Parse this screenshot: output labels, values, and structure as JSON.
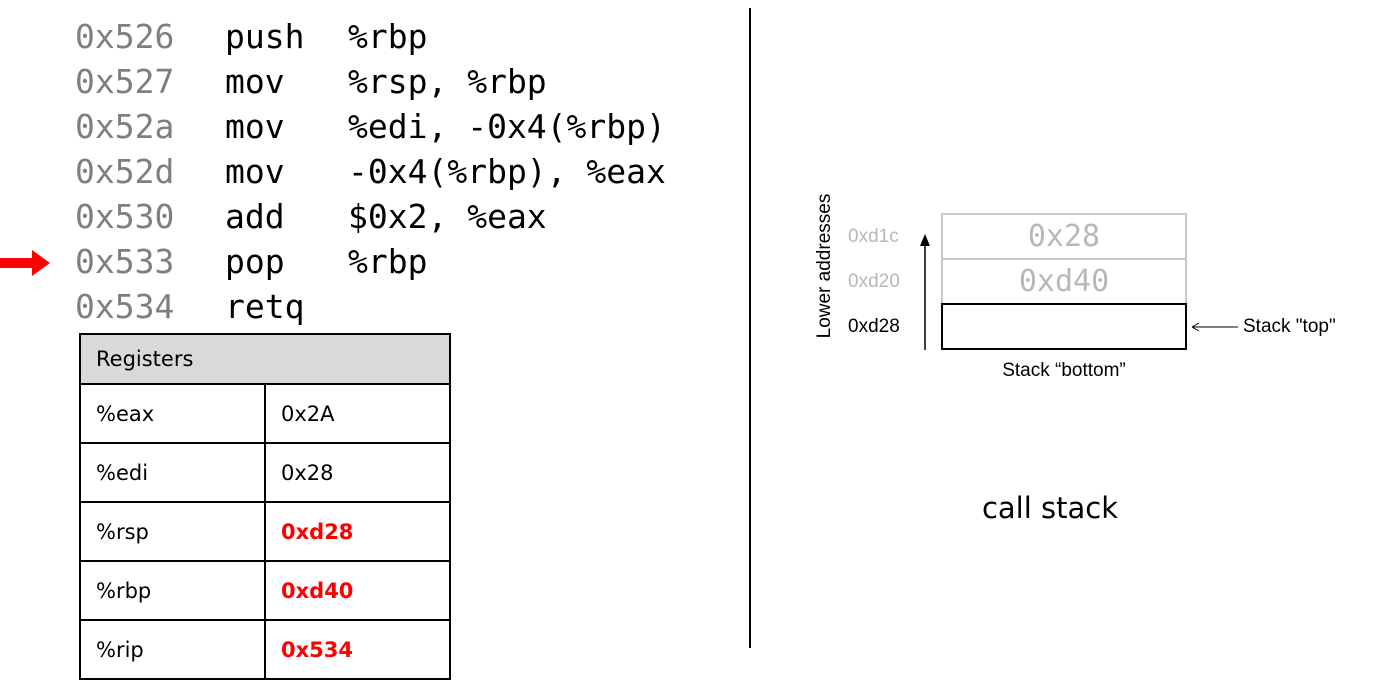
{
  "code": [
    {
      "addr": "0x526",
      "op": "push",
      "args": "%rbp"
    },
    {
      "addr": "0x527",
      "op": "mov",
      "args": "%rsp, %rbp"
    },
    {
      "addr": "0x52a",
      "op": "mov",
      "args": "%edi, -0x4(%rbp)"
    },
    {
      "addr": "0x52d",
      "op": "mov",
      "args": "-0x4(%rbp), %eax"
    },
    {
      "addr": "0x530",
      "op": "add",
      "args": "$0x2, %eax"
    },
    {
      "addr": "0x533",
      "op": "pop",
      "args": "%rbp"
    },
    {
      "addr": "0x534",
      "op": "retq",
      "args": ""
    }
  ],
  "registers": {
    "title": "Registers",
    "rows": [
      {
        "name": "%eax",
        "value": "0x2A"
      },
      {
        "name": "%edi",
        "value": "0x28"
      },
      {
        "name": "%rsp",
        "value": "0xd28"
      },
      {
        "name": "%rbp",
        "value": "0xd40"
      },
      {
        "name": "%rip",
        "value": "0x534"
      }
    ]
  },
  "stack": {
    "axis_label": "Lower addresses",
    "slots": [
      {
        "addr": "0xd1c",
        "value": "0x28"
      },
      {
        "addr": "0xd20",
        "value": "0xd40"
      },
      {
        "addr": "0xd28",
        "value": ""
      }
    ],
    "top_label": "Stack \"top\"",
    "bottom_label": "Stack “bottom”",
    "caption": "call stack"
  },
  "colors": {
    "highlight": "#ff0000",
    "faded": "#b8b8b8"
  }
}
